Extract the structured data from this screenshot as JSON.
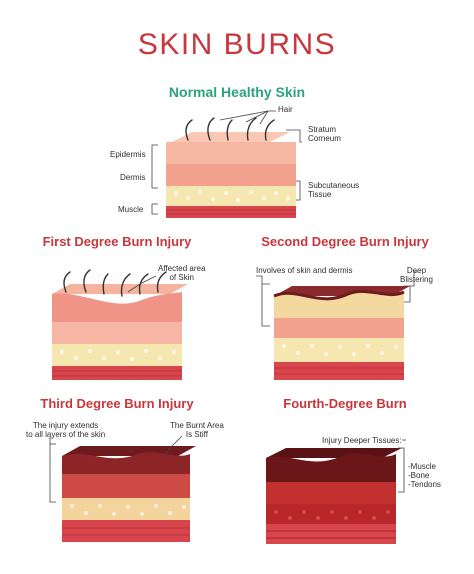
{
  "title": "SKIN BURNS",
  "normal": {
    "heading": "Normal Healthy Skin",
    "labels": {
      "hair": "Hair",
      "stratum_corneum": "Stratum\nCorneum",
      "epidermis": "Epidermis",
      "dermis": "Dermis",
      "subcutaneous": "Subcutaneous\nTissue",
      "muscle": "Muscle"
    }
  },
  "first": {
    "heading": "First Degree Burn Injury",
    "labels": {
      "affected": "Affected area\nof Skin"
    }
  },
  "second": {
    "heading": "Second Degree Burn Injury",
    "labels": {
      "involves": "Involves of skin and dermis",
      "deep": "Deep\nBlistering"
    }
  },
  "third": {
    "heading": "Third Degree Burn Injury",
    "labels": {
      "extends": "The injury extends\nto all layers of the skin",
      "stiff": "The Burnt Area\nIs Stiff"
    }
  },
  "fourth": {
    "heading": "Fourth-Degree Burn",
    "labels": {
      "deeper": "Injury Deeper Tissues:",
      "tissues": "-Muscle\n-Bone\n-Tendons"
    }
  },
  "colors": {
    "title": "#c8373d",
    "subtitle": "#2aa37e",
    "epidermis": "#f6b39b",
    "dermis": "#f3a28f",
    "fat": "#f6e7b0",
    "muscle": "#d8454c",
    "burn_dark": "#7e1a1c"
  }
}
